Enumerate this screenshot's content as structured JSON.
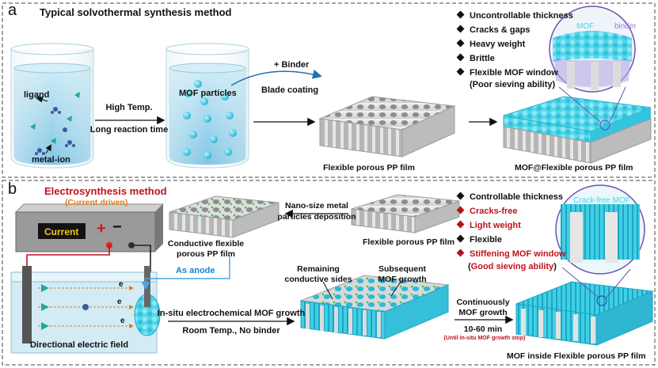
{
  "panel_a": {
    "letter": "a",
    "title": "Typical solvothermal synthesis method",
    "beaker1": {
      "ligand": "ligand",
      "metal_ion": "metal-ion"
    },
    "arrow1": {
      "line1": "High Temp.",
      "line2": "Long reaction time"
    },
    "beaker2": {
      "label": "MOF particles"
    },
    "arrow2": {
      "top": "+ Binder",
      "bottom": "Blade coating"
    },
    "film_label": "Flexible  porous  PP film",
    "composite_label": "MOF@Flexible  porous  PP film",
    "bullets": [
      {
        "text": "Uncontrollable thickness",
        "color": "#111111"
      },
      {
        "text": "Cracks & gaps",
        "color": "#111111"
      },
      {
        "text": "Heavy weight",
        "color": "#111111"
      },
      {
        "text": "Brittle",
        "color": "#111111"
      },
      {
        "text": "Flexible MOF window",
        "color": "#111111"
      }
    ],
    "bullet_note": "(Poor sieving ability)",
    "zoom": {
      "mof": "MOF",
      "binder": "binder"
    }
  },
  "panel_b": {
    "letter": "b",
    "title": "Electrosynthesis method",
    "subtitle": "(Current driven)",
    "power_supply": {
      "display": "Current",
      "plus": "+",
      "minus": "−"
    },
    "conductive_film": {
      "line1": "Conductive flexible",
      "line2": "porous  PP film"
    },
    "deposition": {
      "line1": "Nano-size metal",
      "line2": "particles deposition"
    },
    "film_label": "Flexible  porous  PP film",
    "anode": "As anode",
    "electron": "e",
    "field": "Directional electric field",
    "step1": {
      "top": "In-situ electrochemical MOF growth",
      "bottom": "Room Temp., No binder"
    },
    "remaining": {
      "line1": "Remaining",
      "line2": "conductive sides"
    },
    "subsequent": {
      "line1": "Subsequent",
      "line2": "MOF growth"
    },
    "step2": {
      "line1": "Continuously",
      "line2": "MOF growth",
      "time": "10-60 min",
      "note": "(Until in-situ MOF growth stop)"
    },
    "bullets": [
      {
        "text": "Controllable thickness",
        "color": "#111111"
      },
      {
        "text": "Cracks-free",
        "color": "#c0121c"
      },
      {
        "text": "Light weight",
        "color": "#c0121c"
      },
      {
        "text": "Flexible",
        "color": "#111111"
      },
      {
        "text": "Stiffening MOF window",
        "color": "#c0121c"
      }
    ],
    "bullet_note_open": "(",
    "bullet_note_main": "Good sieving ability",
    "bullet_note_close": ")",
    "zoom": {
      "label": "Crack-free MOF"
    },
    "final_label": "MOF inside Flexible  porous  PP film"
  },
  "colors": {
    "accent_red": "#c0121c",
    "accent_orange": "#e07b13",
    "accent_blue": "#1f7fc9",
    "mof_cyan": "#46d3e6"
  }
}
